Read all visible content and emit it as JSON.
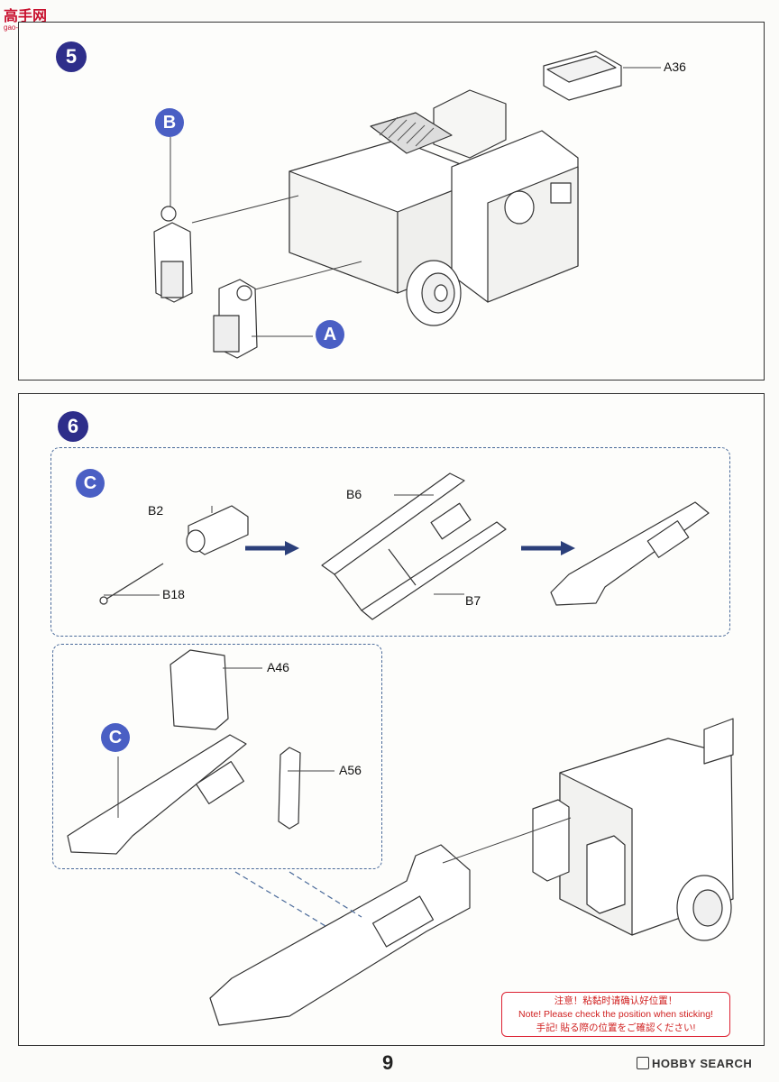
{
  "watermark": {
    "logo": "高手网",
    "url": "gao-shou.com"
  },
  "step5": {
    "number": "5",
    "subs": {
      "b": "B",
      "a": "A"
    },
    "labels": {
      "a36": "A36"
    }
  },
  "step6": {
    "number": "6",
    "subs": {
      "c1": "C",
      "c2": "C"
    },
    "labels": {
      "b2": "B2",
      "b18": "B18",
      "b6": "B6",
      "b7": "B7",
      "a46": "A46",
      "a56": "A56"
    }
  },
  "warning": {
    "line1": "注意！粘黏时请确认好位置！",
    "line2": "Note! Please check the position when sticking!",
    "line3": "手記! 貼る際の位置をご確認ください!"
  },
  "footer": {
    "page_number": "9",
    "brand": "HOBBY SEARCH"
  },
  "colors": {
    "badge": "#2e2e8a",
    "sub_badge": "#4a5fc4",
    "arrow": "#2b3f7a",
    "warning": "#d02020"
  }
}
